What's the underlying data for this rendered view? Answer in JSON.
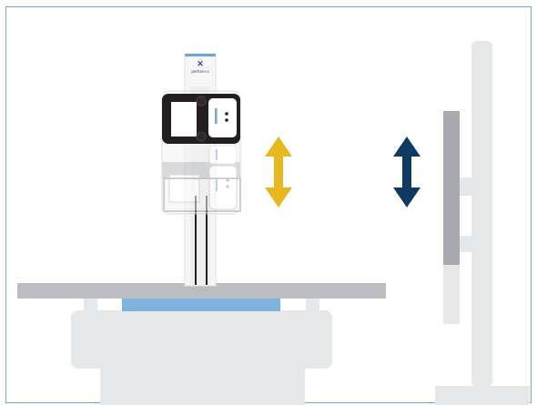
{
  "header_label": {
    "brand": "perform-x"
  },
  "colors": {
    "frame_border": "#6fa7d4",
    "table_top": "#bcbdc0",
    "table_base": "#e6e7e8",
    "table_pad": "#7fb3dc",
    "device_dark": "#231f20",
    "arrow_yellow": "#e8b820",
    "arrow_navy": "#0e3a62",
    "stand_light": "#e6e7e8",
    "detector_gray": "#a7a9ac"
  },
  "icons": {
    "yellow_arrow": "double-vertical-arrow",
    "navy_arrow": "double-vertical-arrow"
  }
}
